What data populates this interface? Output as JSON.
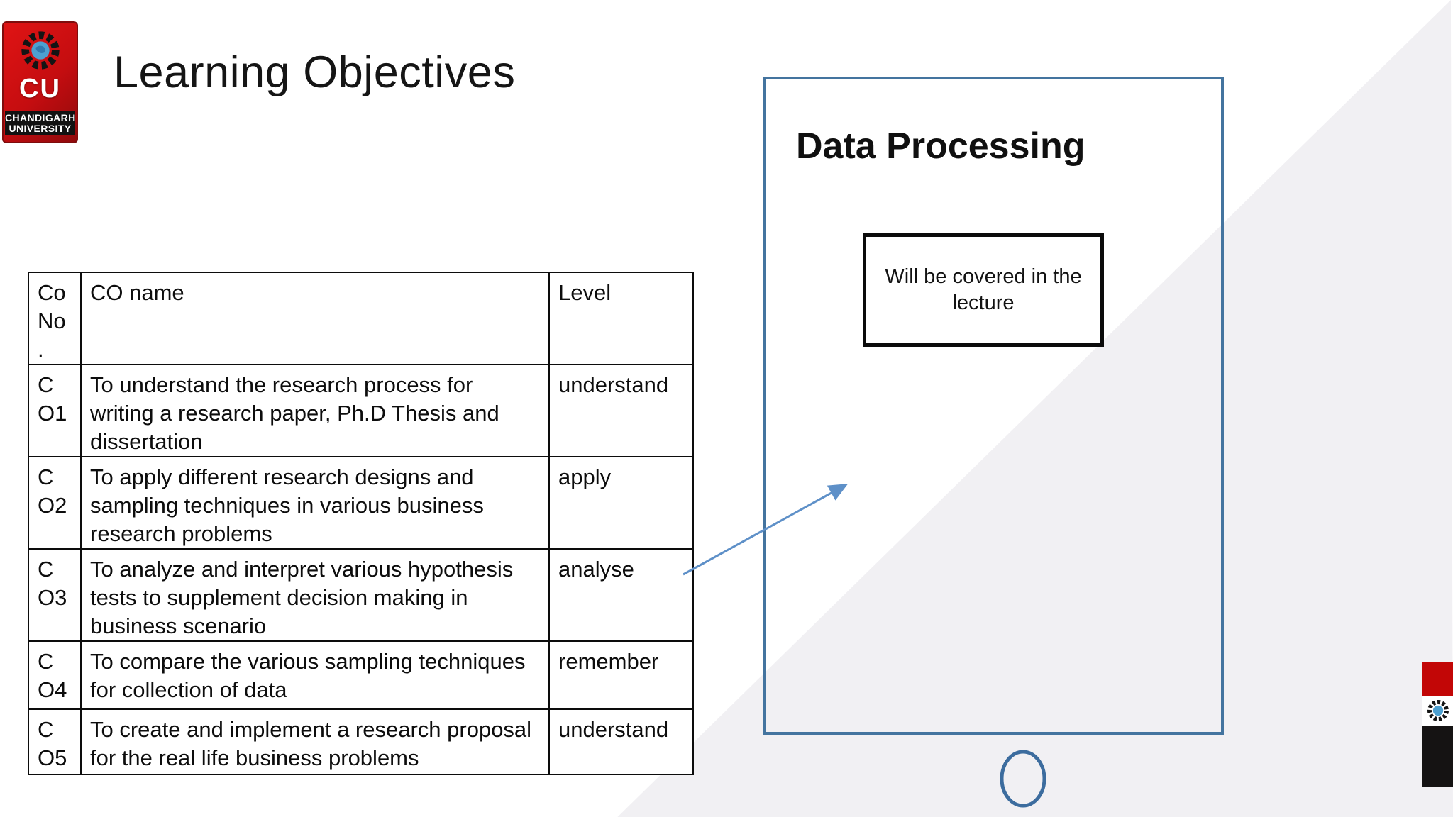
{
  "title": "Learning Objectives",
  "logo": {
    "abbr": "CU",
    "name_line1": "CHANDIGARH",
    "name_line2": "UNIVERSITY"
  },
  "table": {
    "headers": [
      "Co No .",
      "CO name",
      "Level"
    ],
    "rows": [
      {
        "no": "C O1",
        "name": "To understand the research process for writing a research paper, Ph.D Thesis and dissertation",
        "level": "understand"
      },
      {
        "no": "C O2",
        "name": "To apply different research designs and sampling techniques in various business research problems",
        "level": "apply"
      },
      {
        "no": "C O3",
        "name": "To analyze and interpret various hypothesis tests to supplement decision making in business scenario",
        "level": "analyse"
      },
      {
        "no": "C O4",
        "name": "To compare the various sampling techniques for collection of data",
        "level": "remember"
      },
      {
        "no": "C O5",
        "name": "To create and implement a research proposal for the real life business problems",
        "level": "understand"
      }
    ]
  },
  "panel": {
    "heading": "Data Processing",
    "box_text": "Will be covered in the lecture"
  },
  "colors": {
    "panel_border": "#44749f",
    "arrow": "#5e90c8",
    "circle": "#3c6c9e",
    "accent_red": "#c20606",
    "logo_red": "#c50d10",
    "gray_triangle": "#f1f0f3"
  }
}
